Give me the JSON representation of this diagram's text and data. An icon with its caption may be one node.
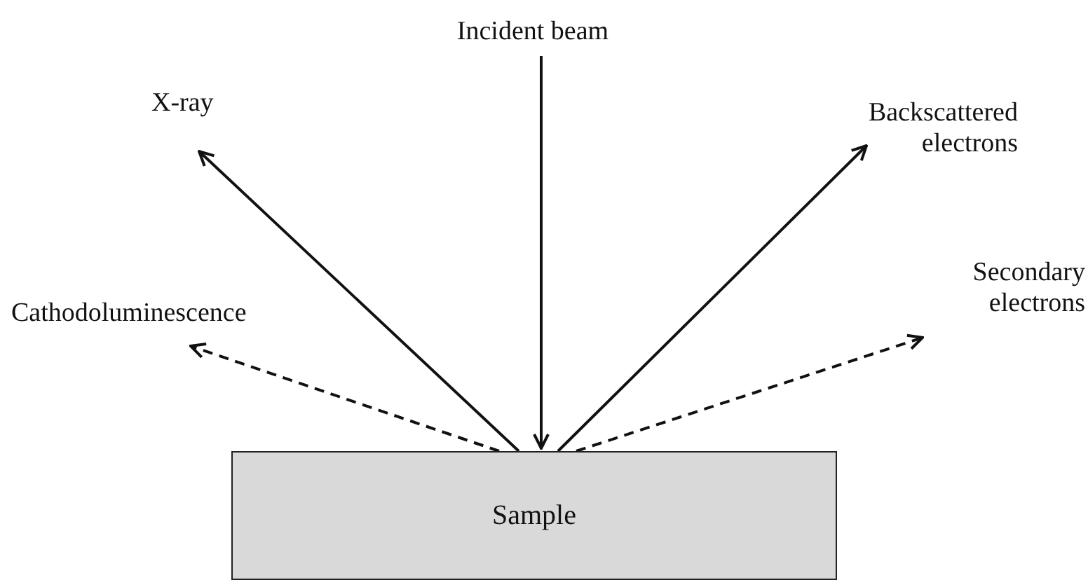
{
  "diagram": {
    "nodes": [
      {
        "text": [
          "Incident beam"
        ]
      },
      {
        "text": [
          "X-ray"
        ]
      },
      {
        "text": [
          "Backscattered electrons"
        ]
      },
      {
        "text": [
          "Cathodoluminescence"
        ]
      },
      {
        "text": [
          "Secondary electrons"
        ]
      },
      {
        "text": [
          "Sample"
        ]
      }
    ],
    "edges": [
      {
        "from": 0,
        "to": 5,
        "arrow": "to"
      },
      {
        "from": 5,
        "to": 1,
        "arrow": "to"
      },
      {
        "from": 5,
        "to": 2,
        "arrow": "to"
      },
      {
        "from": 5,
        "to": 3,
        "arrow": "to",
        "style": "dashed"
      },
      {
        "from": 5,
        "to": 4,
        "arrow": "to",
        "style": "dashed"
      }
    ]
  }
}
